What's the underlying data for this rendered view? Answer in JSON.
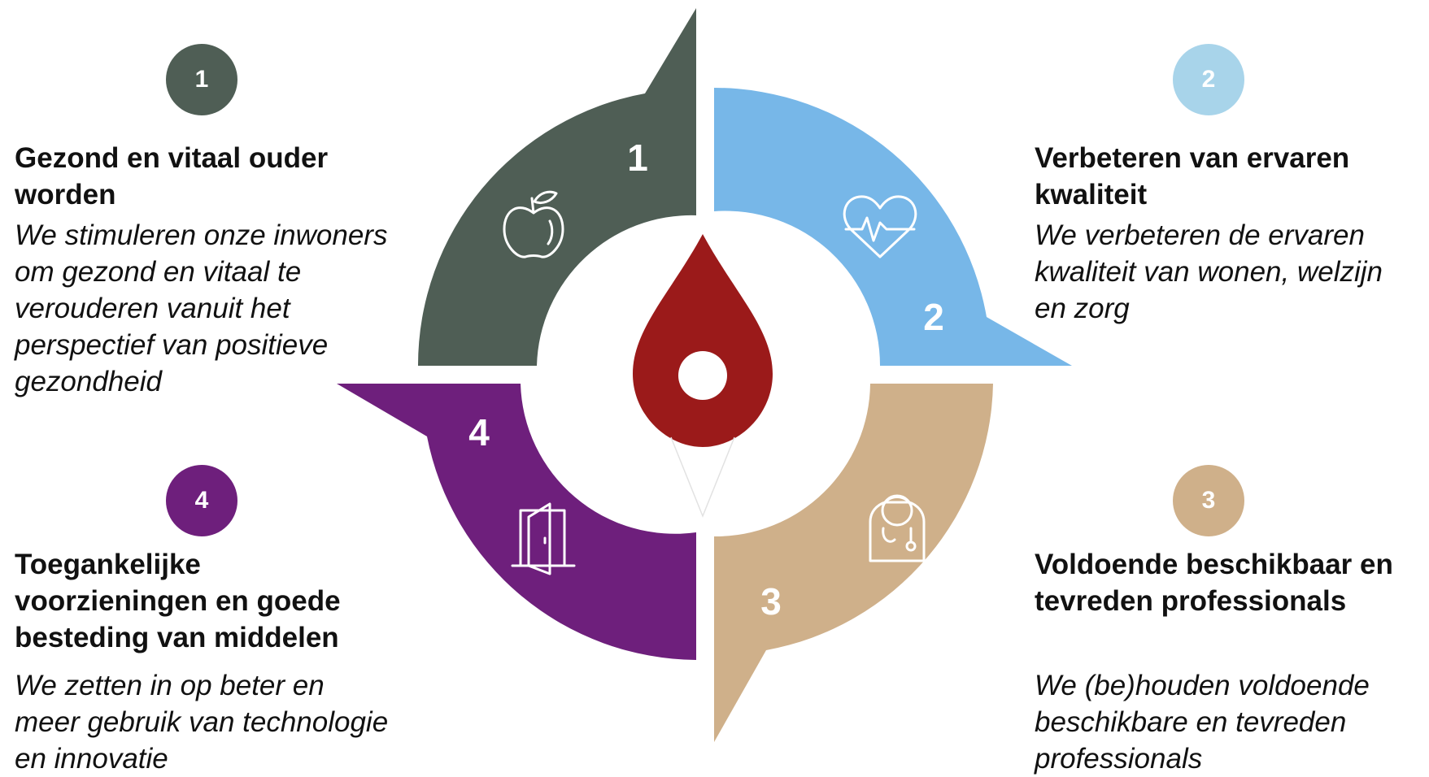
{
  "colors": {
    "q1": "#4f5e55",
    "q2": "#77b7e8",
    "q3": "#cfb08a",
    "q4": "#6e1f7c",
    "badge2": "#a8d4ea",
    "center": "#9b1a1a"
  },
  "items": [
    {
      "number": "1",
      "icon": "apple-icon",
      "title_lines": [
        "Gezond en vitaal ouder",
        "worden"
      ],
      "desc_lines": [
        "We stimuleren onze inwoners",
        "om gezond en vitaal te",
        "verouderen vanuit het",
        "perspectief van positieve",
        "gezondheid"
      ]
    },
    {
      "number": "2",
      "icon": "heart-pulse-icon",
      "title_lines": [
        "Verbeteren van ervaren",
        "kwaliteit"
      ],
      "desc_lines": [
        "We verbeteren de ervaren",
        "kwaliteit van wonen, welzijn",
        "en zorg"
      ]
    },
    {
      "number": "3",
      "icon": "doctor-icon",
      "title_lines": [
        "Voldoende beschikbaar en",
        "tevreden professionals"
      ],
      "desc_lines": [
        "We (be)houden voldoende",
        "beschikbare en tevreden",
        "professionals"
      ]
    },
    {
      "number": "4",
      "icon": "open-door-icon",
      "title_lines": [
        "Toegankelijke",
        "voorzieningen en goede",
        "besteding van middelen"
      ],
      "desc_lines": [
        "We zetten in op beter en",
        "meer gebruik van technologie",
        "en innovatie"
      ]
    }
  ]
}
